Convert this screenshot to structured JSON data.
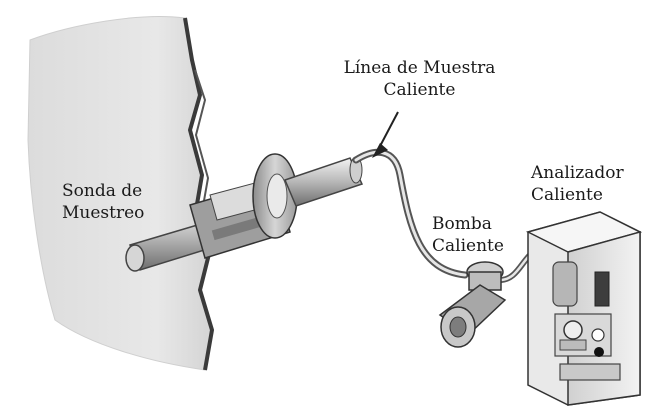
{
  "labels": {
    "sampling_probe": [
      "Sonda de",
      "Muestreo"
    ],
    "heated_sample_line": [
      "Línea de Muestra",
      "Caliente"
    ],
    "heated_analyzer": [
      "Analizador",
      "Caliente"
    ],
    "heated_pump": [
      "Bomba",
      "Caliente"
    ]
  },
  "colors": {
    "stack_wall": "#e2e2e2",
    "probe_metal": "#b9b9b9",
    "line_outline": "#555555",
    "analyzer_body": "#eeeeee"
  }
}
